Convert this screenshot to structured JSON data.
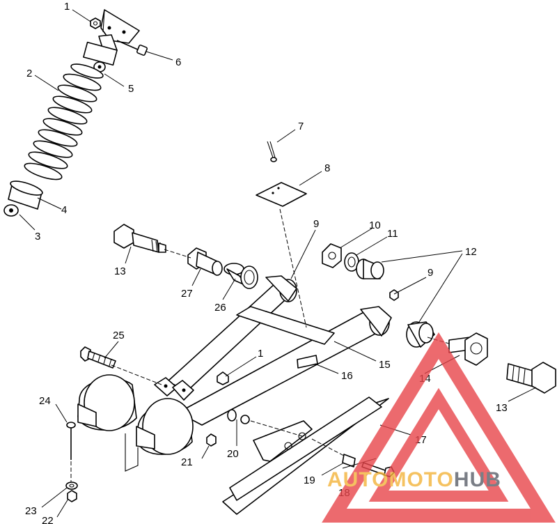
{
  "callouts": [
    {
      "id": "c1a",
      "text": "1"
    },
    {
      "id": "c2",
      "text": "2"
    },
    {
      "id": "c3",
      "text": "3"
    },
    {
      "id": "c4",
      "text": "4"
    },
    {
      "id": "c5",
      "text": "5"
    },
    {
      "id": "c6",
      "text": "6"
    },
    {
      "id": "c7",
      "text": "7"
    },
    {
      "id": "c8",
      "text": "8"
    },
    {
      "id": "c9a",
      "text": "9"
    },
    {
      "id": "c9b",
      "text": "9"
    },
    {
      "id": "c10",
      "text": "10"
    },
    {
      "id": "c11",
      "text": "11"
    },
    {
      "id": "c12",
      "text": "12"
    },
    {
      "id": "c13a",
      "text": "13"
    },
    {
      "id": "c13b",
      "text": "13"
    },
    {
      "id": "c14",
      "text": "14"
    },
    {
      "id": "c15",
      "text": "15"
    },
    {
      "id": "c16",
      "text": "16"
    },
    {
      "id": "c17",
      "text": "17"
    },
    {
      "id": "c18",
      "text": "18"
    },
    {
      "id": "c19",
      "text": "19"
    },
    {
      "id": "c20",
      "text": "20"
    },
    {
      "id": "c21",
      "text": "21"
    },
    {
      "id": "c22",
      "text": "22"
    },
    {
      "id": "c23",
      "text": "23"
    },
    {
      "id": "c24",
      "text": "24"
    },
    {
      "id": "c25",
      "text": "25"
    },
    {
      "id": "c26",
      "text": "26"
    },
    {
      "id": "c27",
      "text": "27"
    },
    {
      "id": "c1b",
      "text": "1"
    }
  ],
  "watermark": {
    "word_light": "AUTOMOTO",
    "word_dark": "HUB",
    "triangle_color": "#e8454a",
    "light_color": "#f3b43a",
    "dark_color": "#5a5f68"
  }
}
